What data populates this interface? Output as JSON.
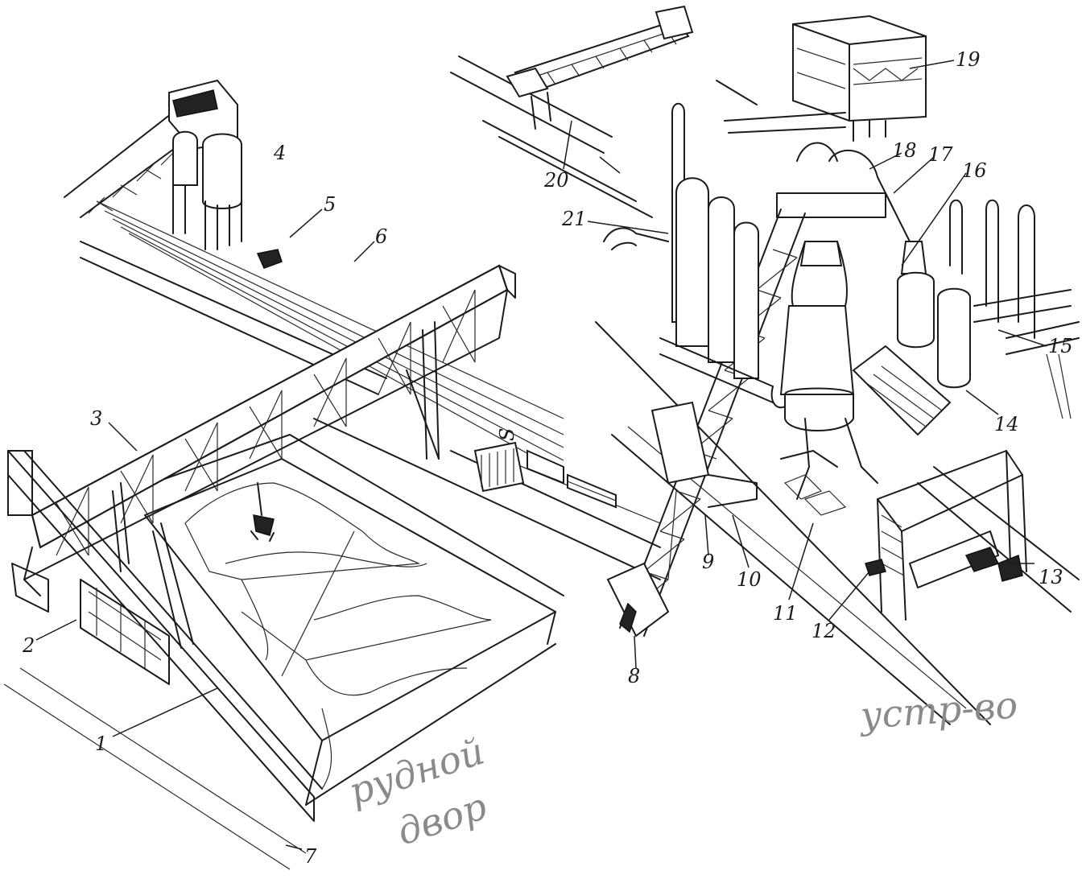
{
  "callouts": {
    "c1": "1",
    "c2": "2",
    "c3": "3",
    "c4": "4",
    "c5": "5",
    "c6": "6",
    "c7": "7",
    "c8": "8",
    "c9": "9",
    "c10": "10",
    "c11": "11",
    "c12": "12",
    "c13": "13",
    "c14": "14",
    "c15": "15",
    "c16": "16",
    "c17": "17",
    "c18": "18",
    "c19": "19",
    "c20": "20",
    "c21": "21",
    "c_s": "S"
  },
  "handwriting": {
    "left_line1": "рудной",
    "left_line2": "двор",
    "right": "устр-во"
  }
}
